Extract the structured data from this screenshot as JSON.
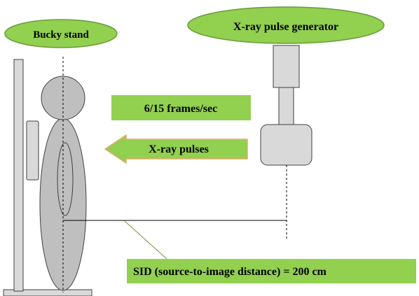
{
  "labels": {
    "bucky_stand": "Bucky stand",
    "generator": "X-ray pulse generator",
    "frame_rate": "6/15 frames/sec",
    "pulses": "X-ray pulses",
    "sid": "SID (source-to-image distance) = 200 cm"
  },
  "colors": {
    "label_fill": "#92d050",
    "label_stroke": "#6a9a3a",
    "device_fill": "#d9d9d9",
    "body_fill": "#bfbfbf",
    "outline": "#404040",
    "line": "#000000"
  }
}
